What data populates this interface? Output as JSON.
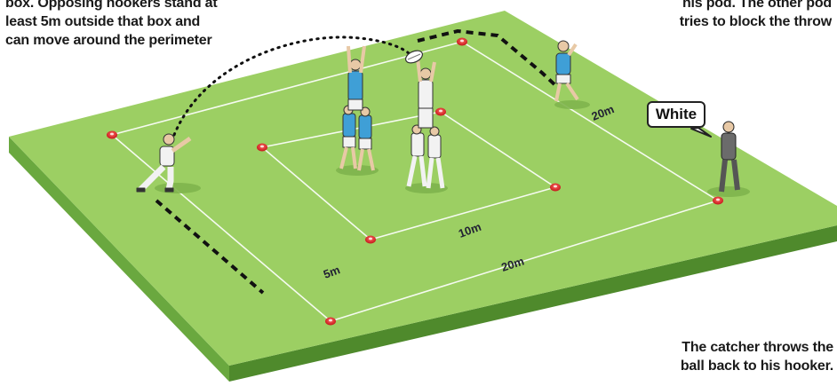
{
  "captions": {
    "top_left": [
      "box. Opposing hookers stand at",
      "least 5m outside that box and",
      "can move around the perimeter"
    ],
    "top_right": [
      "his pod. The other pod",
      "tries to block the throw"
    ],
    "bottom_right": [
      "The catcher throws the",
      "ball back to his hooker."
    ]
  },
  "speech_bubble": {
    "text": "White"
  },
  "measurements": {
    "outer_right": "20m",
    "inner_bottom": "10m",
    "gap": "5m",
    "outer_bottom": "20m"
  },
  "team_colors": {
    "blue": "#3f9fd6",
    "white": "#f2f2f2",
    "referee": "#6b6b6b"
  },
  "field_colors": {
    "grass": "#9ccf63",
    "field_edge": "#5d9a36",
    "cone": "#e0262b"
  }
}
